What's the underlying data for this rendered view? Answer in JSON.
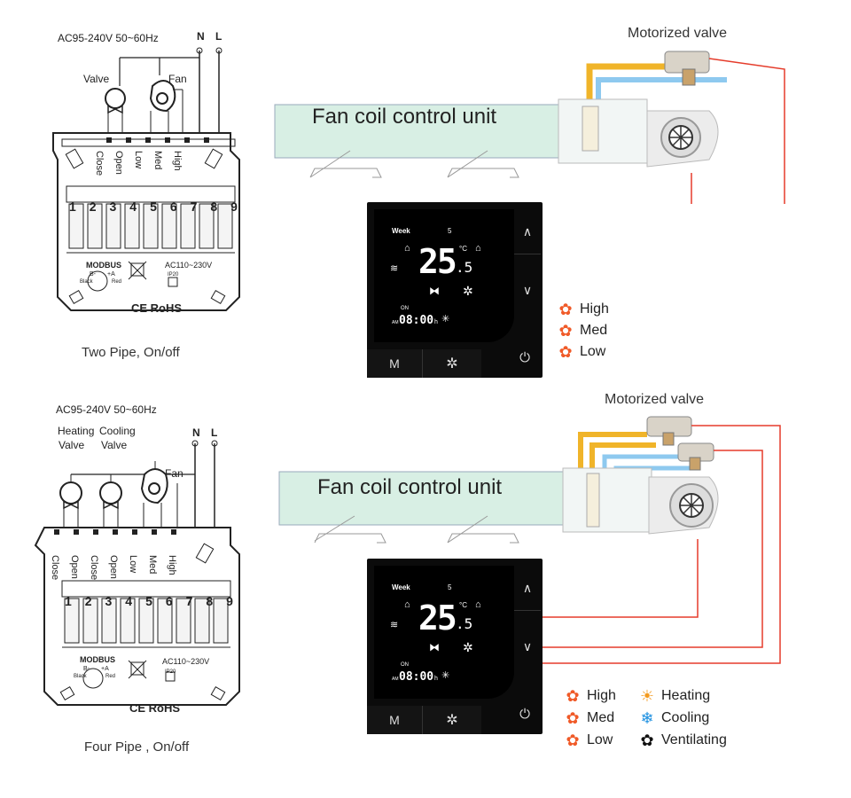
{
  "top": {
    "supply": "AC95-240V  50~60Hz",
    "n": "N",
    "l": "L",
    "valve_label": "Valve",
    "fan_label": "Fan",
    "terminal_labels": [
      "Close",
      "Open",
      "Low",
      "Med",
      "High"
    ],
    "terminals": [
      "1",
      "2",
      "3",
      "4",
      "5",
      "6",
      "7",
      "8",
      "9"
    ],
    "modbus": "MODBUS",
    "ac_rating": "AC110~230V",
    "ip": "IP20",
    "b": "B-",
    "a": "+A",
    "black": "Black",
    "red": "Red",
    "ce_rohs": "CE RoHS",
    "caption": "Two Pipe, On/off",
    "motorized_valve": "Motorized valve",
    "unit_title": "Fan coil control unit",
    "legend": [
      {
        "icon": "fan-high-icon",
        "glyph": "✿",
        "label": "High",
        "color": "#f05a28"
      },
      {
        "icon": "fan-med-icon",
        "glyph": "✿",
        "label": "Med",
        "color": "#f05a28"
      },
      {
        "icon": "fan-low-icon",
        "glyph": "✿",
        "label": "Low",
        "color": "#f05a28"
      }
    ]
  },
  "bottom": {
    "supply": "AC95-240V  50~60Hz",
    "n": "N",
    "l": "L",
    "heating_valve": "Heating\nValve",
    "heating_label": "Heating",
    "cooling_label": "Cooling",
    "valve_word": "Valve",
    "fan_label": "Fan",
    "terminal_labels": [
      "Close",
      "Open",
      "Close",
      "Open",
      "Low",
      "Med",
      "High"
    ],
    "terminals": [
      "1",
      "2",
      "3",
      "4",
      "5",
      "6",
      "7",
      "8",
      "9"
    ],
    "modbus": "MODBUS",
    "ac_rating": "AC110~230V",
    "ip": "IP20",
    "b": "B-",
    "a": "+A",
    "black": "Black",
    "red": "Red",
    "ce_rohs": "CE RoHS",
    "caption": "Four Pipe , On/off",
    "motorized_valve": "Motorized valve",
    "unit_title": "Fan coil control unit",
    "legend_left": [
      {
        "icon": "fan-high-icon",
        "glyph": "✿",
        "label": "High",
        "color": "#f05a28"
      },
      {
        "icon": "fan-med-icon",
        "glyph": "✿",
        "label": "Med",
        "color": "#f05a28"
      },
      {
        "icon": "fan-low-icon",
        "glyph": "✿",
        "label": "Low",
        "color": "#f05a28"
      }
    ],
    "legend_right": [
      {
        "icon": "heating-sun-icon",
        "glyph": "☀",
        "label": "Heating",
        "color": "#f39a1e"
      },
      {
        "icon": "cooling-snowflake-icon",
        "glyph": "❄",
        "label": "Cooling",
        "color": "#1b8fe0"
      },
      {
        "icon": "ventilating-fan-icon",
        "glyph": "✿",
        "label": "Ventilating",
        "color": "#111111"
      }
    ]
  },
  "thermostat": {
    "week": "Week",
    "day": "5",
    "temp": "25",
    "temp_decimal": ".5",
    "unit": "°C",
    "on": "ON",
    "am": "AM",
    "time": "08:00",
    "h": "h",
    "mode_button": "M",
    "up": "∧",
    "down": "∨",
    "power": "⏻",
    "fan_button": "✲"
  }
}
